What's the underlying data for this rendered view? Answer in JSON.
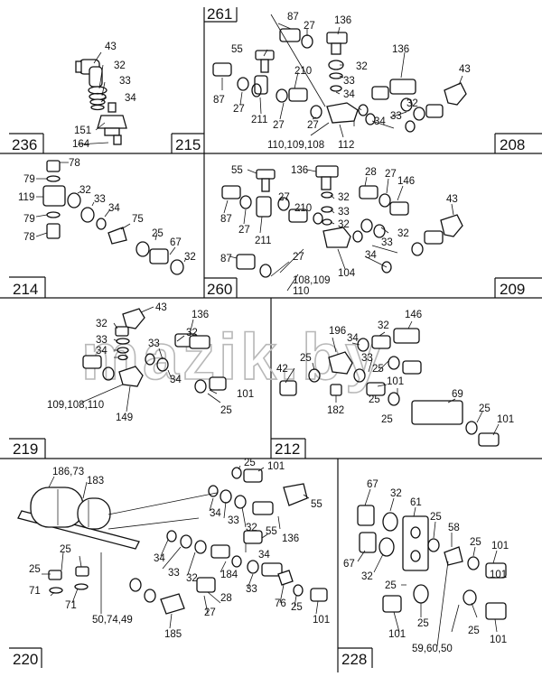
{
  "watermark": "mazik.by",
  "panels": [
    {
      "id": "p215",
      "numbers": [
        "236",
        "215"
      ],
      "labels": [
        "43",
        "32",
        "33",
        "34",
        "151",
        "164"
      ]
    },
    {
      "id": "p208",
      "numbers": [
        "261",
        "208"
      ],
      "labels": [
        "87",
        "27",
        "136",
        "55",
        "32",
        "33",
        "34",
        "210",
        "136",
        "43",
        "87",
        "27",
        "211",
        "27",
        "27",
        "34",
        "32",
        "33",
        "110,109,108",
        "112"
      ]
    },
    {
      "id": "p214",
      "numbers": [
        "214"
      ],
      "labels": [
        "78",
        "79",
        "119",
        "32",
        "33",
        "34",
        "75",
        "79",
        "78",
        "25",
        "67",
        "32"
      ]
    },
    {
      "id": "p209",
      "numbers": [
        "260",
        "209"
      ],
      "labels": [
        "55",
        "136",
        "28",
        "27",
        "146",
        "87",
        "27",
        "27",
        "211",
        "210",
        "32",
        "33",
        "32",
        "43",
        "32",
        "33",
        "87",
        "34",
        "27",
        "108,109",
        "110",
        "104"
      ]
    },
    {
      "id": "p219",
      "numbers": [
        "219"
      ],
      "labels": [
        "43",
        "136",
        "32",
        "33",
        "34",
        "32",
        "33",
        "34",
        "101",
        "25",
        "109,108,110",
        "149"
      ]
    },
    {
      "id": "p212",
      "numbers": [
        "212"
      ],
      "labels": [
        "196",
        "34",
        "32",
        "146",
        "42",
        "25",
        "33",
        "25",
        "101",
        "25",
        "69",
        "182",
        "25",
        "25",
        "101"
      ]
    },
    {
      "id": "p220",
      "numbers": [
        "220"
      ],
      "labels": [
        "186,73",
        "183",
        "25",
        "101",
        "55",
        "34",
        "33",
        "32",
        "136",
        "55",
        "34",
        "33",
        "32",
        "34",
        "184",
        "33",
        "28",
        "76",
        "25",
        "101",
        "27",
        "185",
        "25",
        "25",
        "71",
        "71",
        "50,74,49"
      ]
    },
    {
      "id": "p228",
      "numbers": [
        "228"
      ],
      "labels": [
        "67",
        "32",
        "61",
        "25",
        "58",
        "25",
        "101",
        "67",
        "32",
        "25",
        "101",
        "101",
        "25",
        "25",
        "101",
        "59,60,50"
      ]
    }
  ]
}
